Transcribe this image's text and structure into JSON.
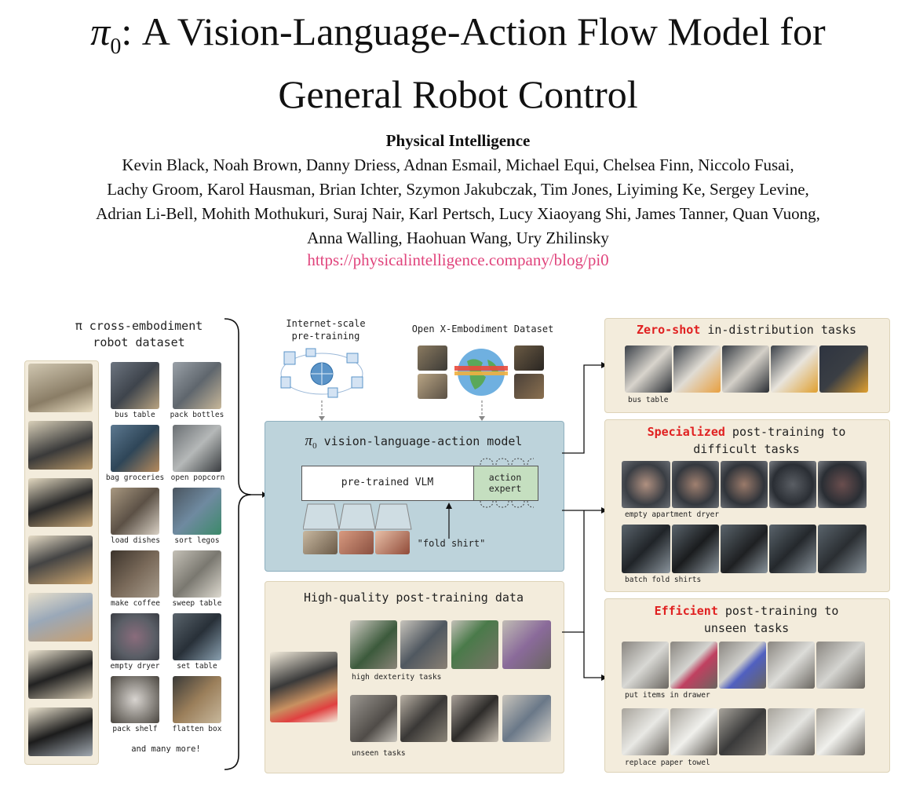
{
  "paper": {
    "title_symbol": "π",
    "title_subscript": "0",
    "title_line1": ": A Vision-Language-Action Flow Model for",
    "title_line2": "General Robot Control",
    "organization": "Physical Intelligence",
    "authors": [
      "Kevin Black, Noah Brown, Danny Driess, Adnan Esmail, Michael Equi, Chelsea Finn, Niccolo Fusai,",
      "Lachy Groom, Karol Hausman, Brian Ichter, Szymon Jakubczak, Tim Jones, Liyiming Ke, Sergey Levine,",
      "Adrian Li-Bell, Mohith Mothukuri, Suraj Nair, Karl Pertsch, Lucy Xiaoyang Shi, James Tanner, Quan Vuong,",
      "Anna Walling, Haohuan Wang, Ury Zhilinsky"
    ],
    "url": "https://physicalintelligence.company/blog/pi0"
  },
  "figure": {
    "dataset_title_line1": "π cross-embodiment",
    "dataset_title_line2": "robot dataset",
    "task_captions": [
      "bus table",
      "pack bottles",
      "bag groceries",
      "open popcorn",
      "load dishes",
      "sort legos",
      "make coffee",
      "sweep table",
      "empty dryer",
      "set table",
      "pack shelf",
      "flatten box"
    ],
    "more": "and many more!",
    "internet_line1": "Internet-scale",
    "internet_line2": "pre-training",
    "oxe": "Open X-Embodiment Dataset",
    "model_symbol": "π",
    "model_subscript": "0",
    "model_title": " vision-language-action model",
    "vlm": "pre-trained VLM",
    "expert_line1": "action",
    "expert_line2": "expert",
    "prompt": "\"fold shirt\"",
    "hq_title": "High-quality post-training data",
    "hq_caption1": "high dexterity tasks",
    "hq_caption2": "unseen tasks",
    "zero_shot_bold": "Zero-shot",
    "zero_shot_rest": " in-distribution tasks",
    "zero_shot_caption": "bus table",
    "specialized_bold": "Specialized",
    "specialized_rest": " post-training to",
    "specialized_line2": "difficult tasks",
    "specialized_caption1": "empty apartment dryer",
    "specialized_caption2": "batch fold shirts",
    "efficient_bold": "Efficient",
    "efficient_rest": " post-training to",
    "efficient_line2": "unseen tasks",
    "efficient_caption1": "put items in drawer",
    "efficient_caption2": "replace paper towel"
  }
}
